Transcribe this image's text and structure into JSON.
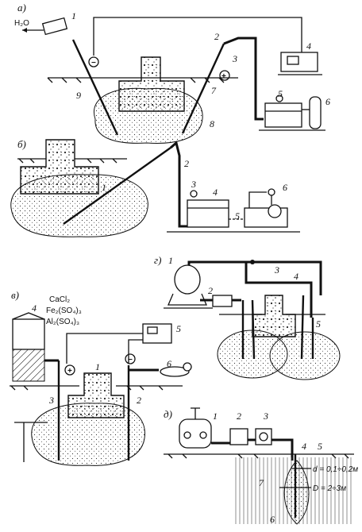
{
  "panels": {
    "a": {
      "letter": "а)",
      "water": "H₂O",
      "minus": "−",
      "plus": "+",
      "labels": [
        "1",
        "2",
        "3",
        "4",
        "5",
        "6",
        "7",
        "8",
        "9"
      ]
    },
    "b": {
      "letter": "б)",
      "labels": [
        "1",
        "2",
        "3",
        "4",
        "5",
        "6"
      ]
    },
    "v": {
      "letter": "в)",
      "chemicals": [
        "CaCl₂",
        "Fe₂(SO₄)₃",
        "Al₂(SO₄)₃"
      ],
      "plus": "+",
      "minus": "−",
      "labels": [
        "1",
        "2",
        "3",
        "4",
        "5",
        "6"
      ]
    },
    "g": {
      "letter": "г)",
      "labels": [
        "1",
        "2",
        "3",
        "4",
        "5"
      ]
    },
    "d": {
      "letter": "д)",
      "labels": [
        "1",
        "2",
        "3",
        "4",
        "5",
        "6",
        "7"
      ],
      "dim_d": "d = 0,1÷0,2м",
      "dim_D": "D = 2÷3м"
    }
  },
  "colors": {
    "ink": "#111111",
    "paper": "#ffffff"
  }
}
